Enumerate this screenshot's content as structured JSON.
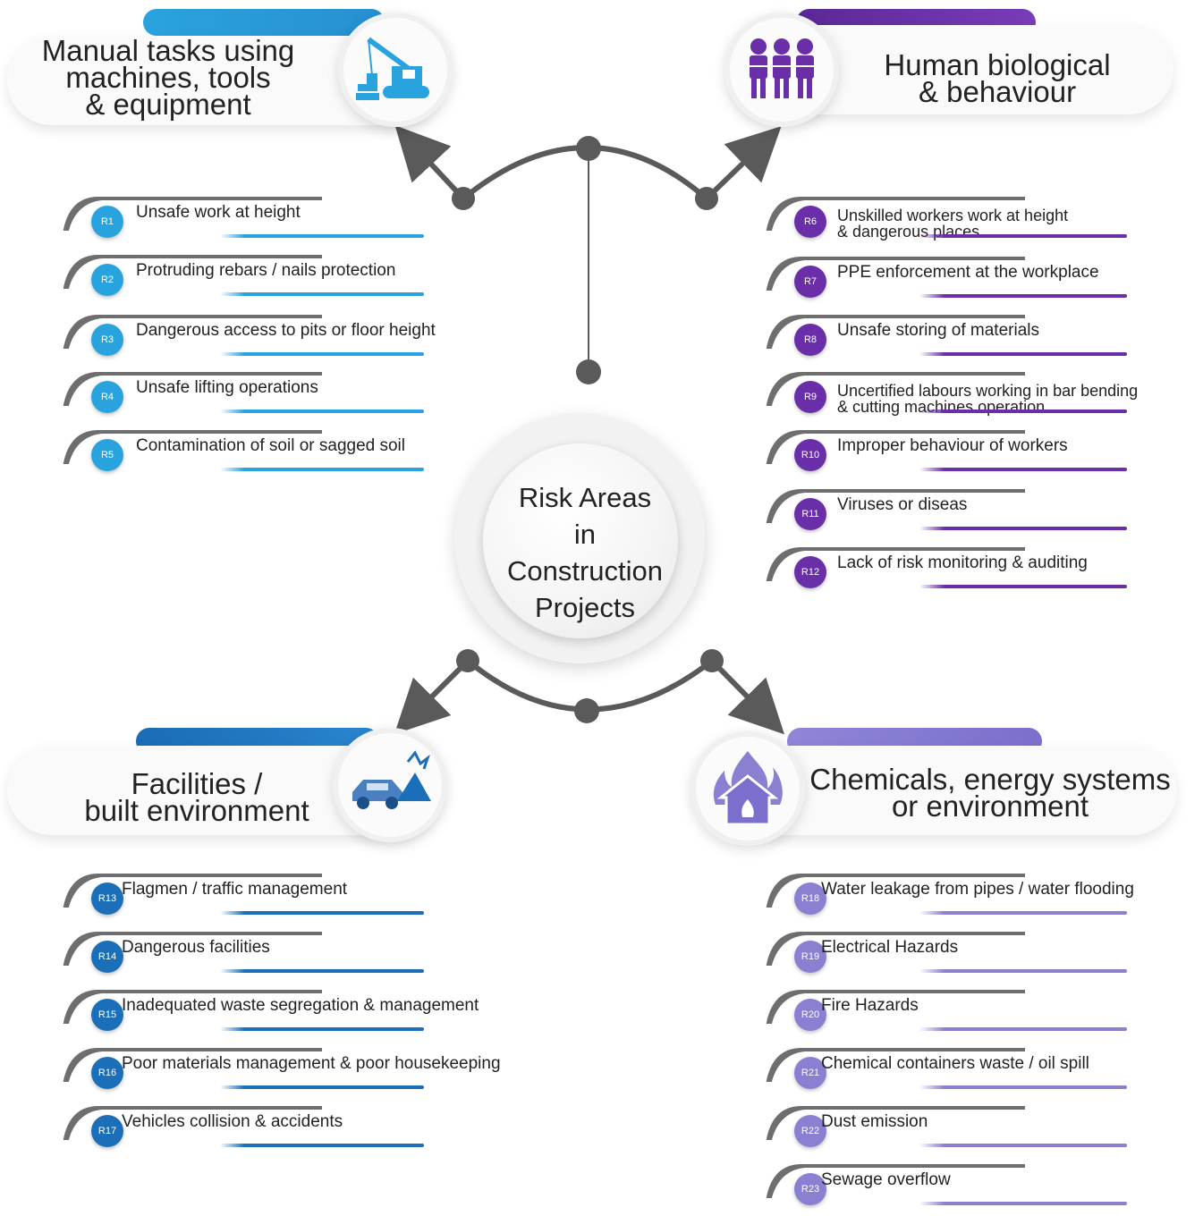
{
  "center": {
    "lines": [
      "Risk Areas",
      "in",
      "Construction",
      "Projects"
    ]
  },
  "categories": {
    "tl": {
      "title_lines": [
        "Manual tasks using",
        "machines, tools",
        "& equipment"
      ],
      "icon": "crane-icon",
      "color": "#2aa3dd"
    },
    "tr": {
      "title_lines": [
        "Human biological",
        "& behaviour"
      ],
      "icon": "workers-icon",
      "color": "#6a2ea8"
    },
    "bl": {
      "title_lines": [
        "Facilities /",
        "built environment"
      ],
      "icon": "car-crash-icon",
      "color": "#1b6fb8"
    },
    "br": {
      "title_lines": [
        "Chemicals, energy systems",
        "or environment"
      ],
      "icon": "house-fire-icon",
      "color": "#8a7fd4"
    }
  },
  "items": {
    "tl": [
      {
        "code": "R1",
        "lines": [
          "Unsafe work at height"
        ]
      },
      {
        "code": "R2",
        "lines": [
          "Protruding rebars / nails protection"
        ]
      },
      {
        "code": "R3",
        "lines": [
          "Dangerous access to pits or floor height"
        ]
      },
      {
        "code": "R4",
        "lines": [
          "Unsafe lifting operations"
        ]
      },
      {
        "code": "R5",
        "lines": [
          "Contamination of soil or sagged soil"
        ]
      }
    ],
    "tr": [
      {
        "code": "R6",
        "lines": [
          "Unskilled workers work at height",
          "& dangerous places"
        ]
      },
      {
        "code": "R7",
        "lines": [
          "PPE enforcement at the workplace"
        ]
      },
      {
        "code": "R8",
        "lines": [
          "Unsafe storing of materials"
        ]
      },
      {
        "code": "R9",
        "lines": [
          "Uncertified labours working in bar bending",
          "& cutting machines operation"
        ]
      },
      {
        "code": "R10",
        "lines": [
          "Improper behaviour of workers"
        ]
      },
      {
        "code": "R11",
        "lines": [
          "Viruses or diseas"
        ]
      },
      {
        "code": "R12",
        "lines": [
          "Lack of risk monitoring & auditing"
        ]
      }
    ],
    "bl": [
      {
        "code": "R13",
        "lines": [
          "Flagmen / traffic management"
        ]
      },
      {
        "code": "R14",
        "lines": [
          "Dangerous facilities"
        ]
      },
      {
        "code": "R15",
        "lines": [
          "Inadequated waste segregation & management"
        ]
      },
      {
        "code": "R16",
        "lines": [
          "Poor materials management & poor housekeeping"
        ]
      },
      {
        "code": "R17",
        "lines": [
          "Vehicles collision & accidents"
        ]
      }
    ],
    "br": [
      {
        "code": "R18",
        "lines": [
          "Water leakage from pipes / water flooding"
        ]
      },
      {
        "code": "R19",
        "lines": [
          "Electrical Hazards"
        ]
      },
      {
        "code": "R20",
        "lines": [
          "Fire Hazards"
        ]
      },
      {
        "code": "R21",
        "lines": [
          "Chemical containers waste / oil spill"
        ]
      },
      {
        "code": "R22",
        "lines": [
          "Dust emission"
        ]
      },
      {
        "code": "R23",
        "lines": [
          "Sewage overflow"
        ]
      }
    ]
  }
}
